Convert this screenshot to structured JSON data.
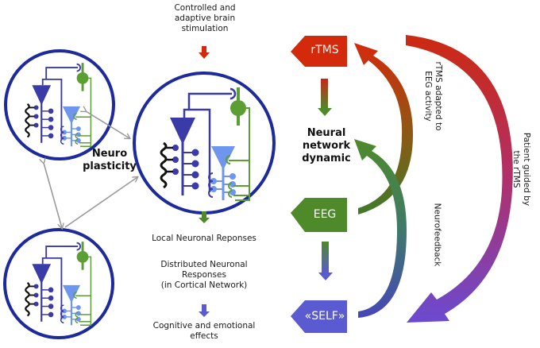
{
  "figure": {
    "stimulation_label": "Controlled and adaptive brain stimulation",
    "stimulation_lines": [
      "Controlled and",
      "adaptive brain",
      "stimulation"
    ],
    "neuro_plasticity_lines": [
      "Neuro",
      "plasticity"
    ],
    "local_responses": "Local Neuronal Reponses",
    "distributed_lines": [
      "Distributed Neuronal",
      "Responses",
      "(in Cortical Network)"
    ],
    "effects_lines": [
      "Cognitive and emotional",
      "effects"
    ],
    "neural_network_lines": [
      "Neural",
      "network",
      "dynamic"
    ],
    "boxes": {
      "rtms": "rTMS",
      "eeg": "EEG",
      "self": "«SELF»"
    },
    "arc_labels": {
      "rtms_adapted": [
        "rTMS adapted to",
        "EEG activity"
      ],
      "neurofeedback": "Neurofeedback",
      "patient_guided": [
        "Patient guided by",
        "the rTMS"
      ]
    },
    "colors": {
      "red": "#d42a0c",
      "green": "#4e8a2a",
      "blue_purple": "#5a5bd0",
      "circle_border": "#1c2a9c",
      "neuron_dark": "#3a3aa8",
      "neuron_light": "#6f96ee",
      "neuron_green": "#5a9e34",
      "gray_arrow": "#9a9a9a"
    }
  }
}
